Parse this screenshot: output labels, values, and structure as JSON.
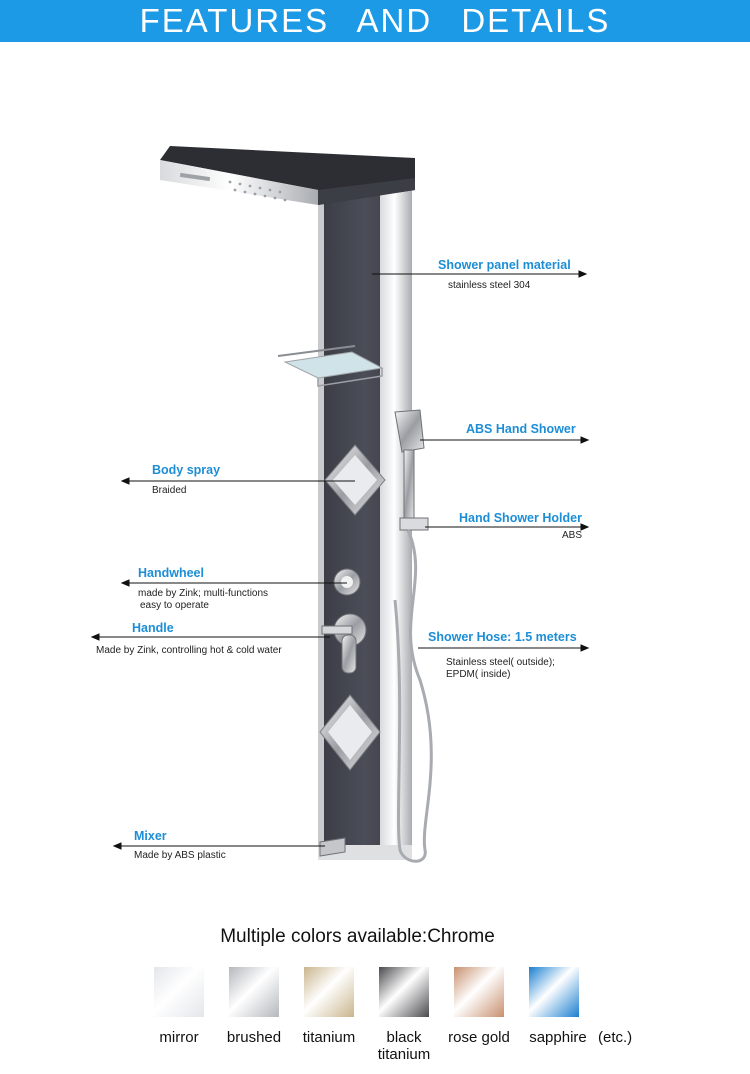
{
  "header": {
    "title": "FEATURES AND DETAILS"
  },
  "callouts": {
    "panel_material": {
      "title": "Shower panel material",
      "desc": "stainless steel 304"
    },
    "abs_hand_shower": {
      "title": "ABS Hand Shower"
    },
    "body_spray": {
      "title": "Body spray",
      "desc": "Braided"
    },
    "hand_shower_holder": {
      "title": "Hand Shower Holder",
      "desc": "ABS"
    },
    "handwheel": {
      "title": "Handwheel",
      "desc_line1": "made by Zink;  multi-functions",
      "desc_line2": "easy to operate"
    },
    "handle": {
      "title": "Handle",
      "desc": "Made by Zink, controlling hot & cold water"
    },
    "shower_hose": {
      "title": "Shower Hose: 1.5 meters",
      "desc_line1": "Stainless steel( outside);",
      "desc_line2": "EPDM( inside)"
    },
    "mixer": {
      "title": "Mixer",
      "desc": "Made by ABS plastic"
    }
  },
  "colors": {
    "title": "Multiple colors available:Chrome",
    "swatches": [
      {
        "label": "mirror",
        "color": "#e4e6ea"
      },
      {
        "label": "brushed",
        "color": "#b4b7bc"
      },
      {
        "label": "titanium",
        "color": "#c9b58c"
      },
      {
        "label": "black",
        "label2": "titanium",
        "color": "#4a4a4e"
      },
      {
        "label": "rose gold",
        "color": "#c8906e"
      },
      {
        "label": "sapphire",
        "color": "#1a7fd0"
      }
    ],
    "etc": "(etc.)"
  },
  "icons": [
    "arrow-right-icon",
    "arrow-left-icon"
  ]
}
